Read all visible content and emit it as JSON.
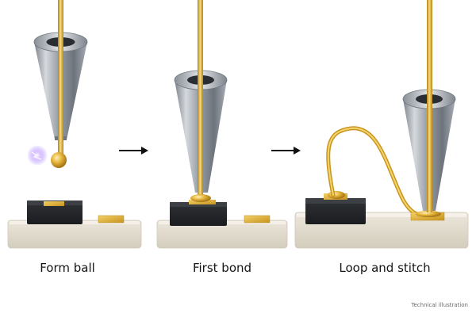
{
  "steps": [
    {
      "label": "Form ball"
    },
    {
      "label": "First bond"
    },
    {
      "label": "Loop and stitch"
    }
  ],
  "footnote": "Technical illustration",
  "colors": {
    "gold": "#d9a92a",
    "gold_highlight": "#f6d873",
    "steel": "#9aa0a8",
    "chip": "#2a2c30",
    "substrate": "#ebe6d9",
    "arrow": "#111111"
  },
  "icons": [
    "spark-icon",
    "arrow-right-icon"
  ]
}
